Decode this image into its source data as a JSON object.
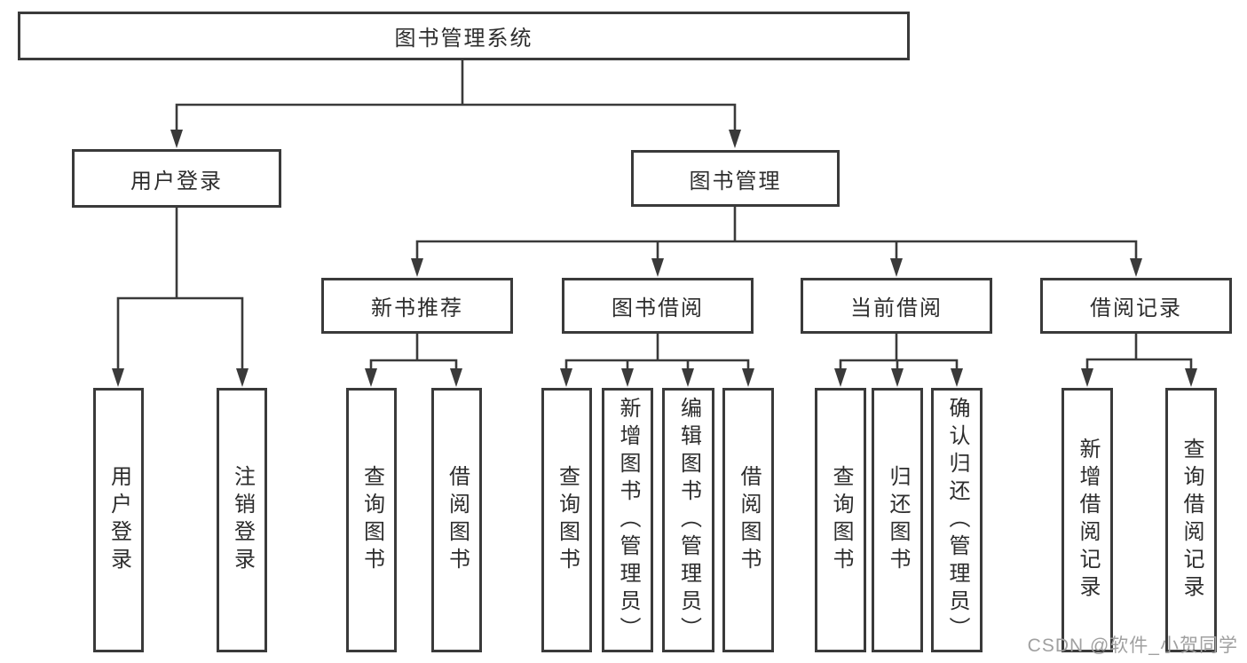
{
  "diagram_title": "图书管理系统",
  "tree": {
    "root": {
      "label": "图书管理系统"
    },
    "branches": [
      {
        "label": "用户登录",
        "children": [
          {
            "label": "用户登录"
          },
          {
            "label": "注销登录"
          }
        ]
      },
      {
        "label": "图书管理",
        "children": [
          {
            "label": "新书推荐",
            "children": [
              {
                "label": "查询图书"
              },
              {
                "label": "借阅图书"
              }
            ]
          },
          {
            "label": "图书借阅",
            "children": [
              {
                "label": "查询图书"
              },
              {
                "label": "新增图书（管理员）"
              },
              {
                "label": "编辑图书（管理员）"
              },
              {
                "label": "借阅图书"
              }
            ]
          },
          {
            "label": "当前借阅",
            "children": [
              {
                "label": "查询图书"
              },
              {
                "label": "归还图书"
              },
              {
                "label": "确认归还（管理员）"
              }
            ]
          },
          {
            "label": "借阅记录",
            "children": [
              {
                "label": "新增借阅记录"
              },
              {
                "label": "查询借阅记录"
              }
            ]
          }
        ]
      }
    ]
  },
  "watermark": "CSDN @软件_小贺同学",
  "colors": {
    "line": "#3a3a3a",
    "text": "#2d2d2d",
    "background": "#ffffff",
    "watermark": "#a0a0a0"
  }
}
